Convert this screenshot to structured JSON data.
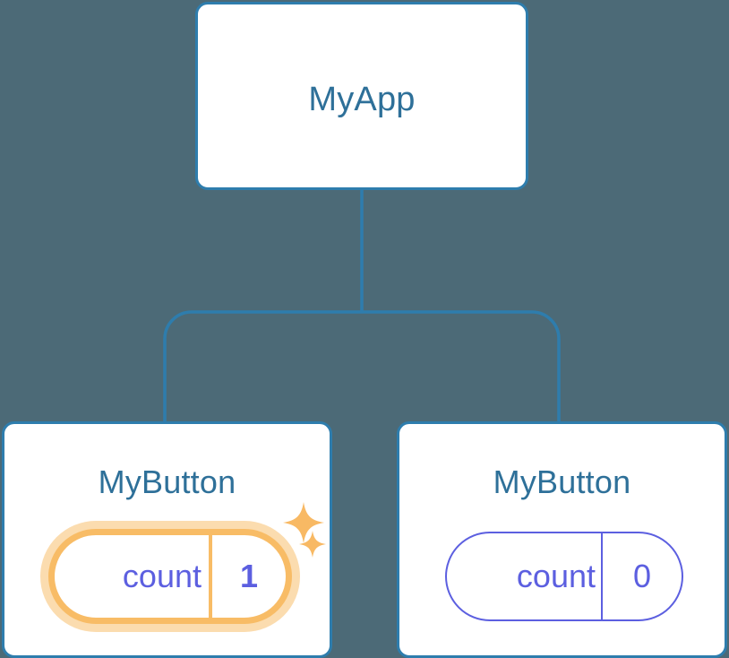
{
  "diagram": {
    "type": "component-tree",
    "background_color": "#4c6a77",
    "node_border_color": "#2e7dad",
    "node_label_color": "#2e7099",
    "state_color": "#5c5fe0",
    "highlight_color": "#f8bc66",
    "highlight_glow_color": "#fbdcaf",
    "connector_color": "#2e7dad"
  },
  "root_node": {
    "label": "MyApp"
  },
  "child_left": {
    "label": "MyButton",
    "state": {
      "key": "count",
      "value": "1"
    },
    "highlighted": true,
    "sparkles": [
      "sparkle-large",
      "sparkle-small"
    ]
  },
  "child_right": {
    "label": "MyButton",
    "state": {
      "key": "count",
      "value": "0"
    },
    "highlighted": false
  }
}
